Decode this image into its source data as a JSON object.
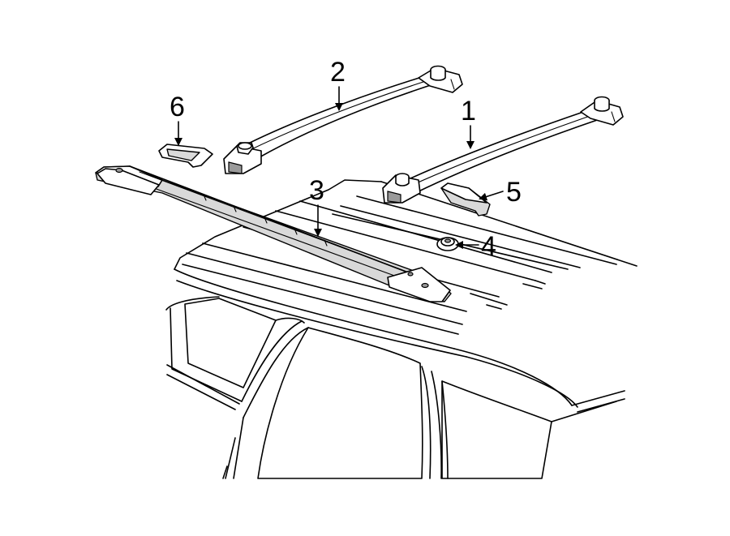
{
  "callouts": [
    {
      "id": "1",
      "label": "1",
      "part": "crossbar-rear"
    },
    {
      "id": "2",
      "label": "2",
      "part": "crossbar-front"
    },
    {
      "id": "3",
      "label": "3",
      "part": "side-rail"
    },
    {
      "id": "4",
      "label": "4",
      "part": "nut"
    },
    {
      "id": "5",
      "label": "5",
      "part": "end-cover"
    },
    {
      "id": "6",
      "label": "6",
      "part": "end-cap"
    }
  ]
}
